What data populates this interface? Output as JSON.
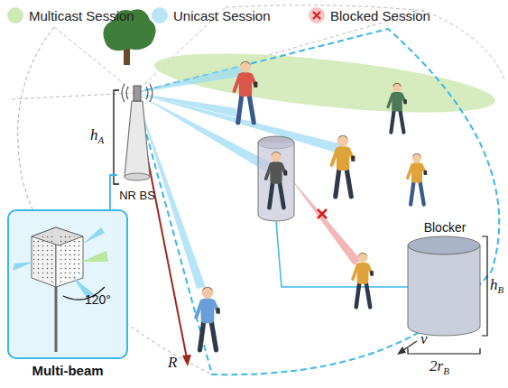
{
  "diagram": {
    "nodes": [
      {
        "text": [
          "NR BS"
        ]
      },
      {
        "text": [
          "120°",
          "Multi-beam"
        ]
      },
      {
        "text": [
          "Blocker"
        ]
      }
    ],
    "edges": [
      {
        "from": 0,
        "to": 1,
        "arrow": "none"
      }
    ],
    "labels": [
      "hA",
      "R",
      "hB",
      "v",
      "2rB"
    ],
    "legend": [
      {
        "text": "Multicast Session",
        "color": "#cfe9b4"
      },
      {
        "text": "Unicast Session",
        "color": "#b9e6f7"
      },
      {
        "text": "Blocked Session",
        "color": "#f6c4c4"
      }
    ]
  }
}
